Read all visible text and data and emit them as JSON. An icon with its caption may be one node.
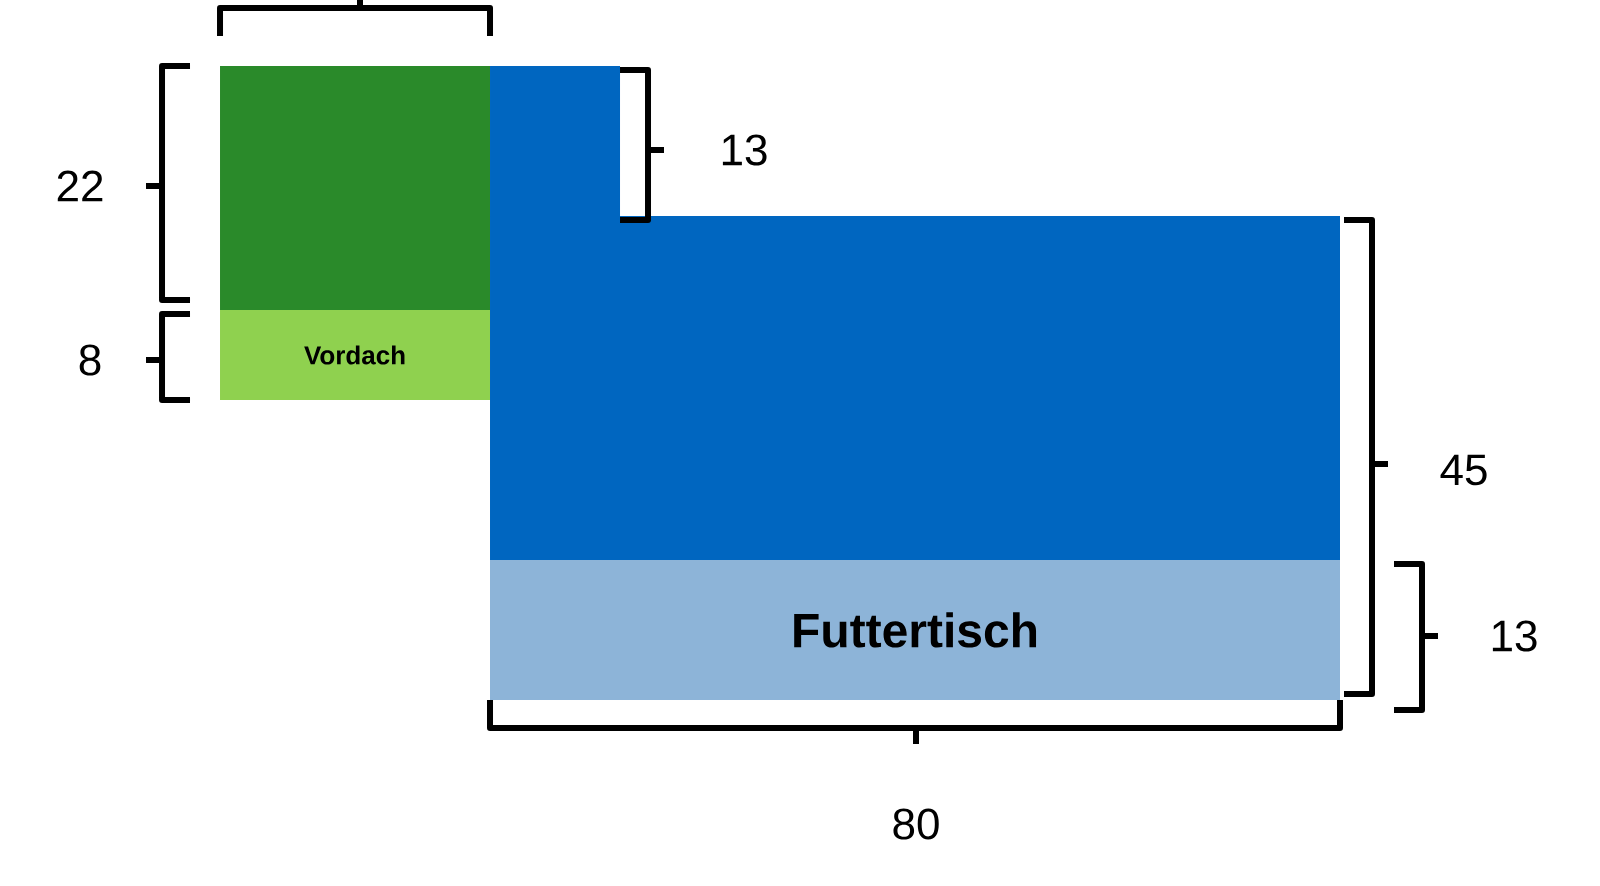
{
  "diagram": {
    "nodes": [
      {
        "text": [],
        "shape": "box"
      },
      {
        "text": [
          "Vordach"
        ]
      },
      {
        "text": [],
        "shape": "box"
      },
      {
        "text": [
          "Futtertisch"
        ]
      }
    ],
    "labels": [
      "22",
      "8",
      "13",
      "45",
      "13",
      "80"
    ]
  }
}
